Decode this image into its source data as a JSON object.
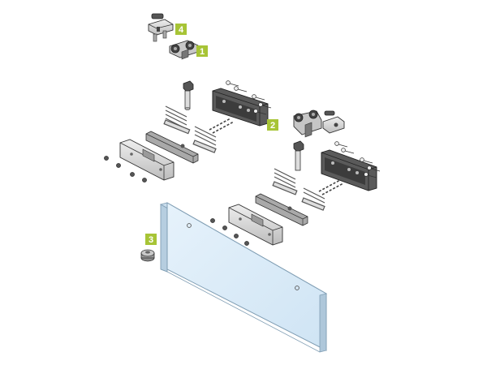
{
  "callouts": [
    {
      "label": "1"
    },
    {
      "label": "2"
    },
    {
      "label": "3"
    },
    {
      "label": "4"
    }
  ],
  "colors": {
    "callout_bg": "#a7c436",
    "callout_text": "#ffffff",
    "outline": "#333333",
    "metal_light": "#e2e2e2",
    "metal_mid": "#c4c4c4",
    "metal_dark": "#8a8a8a",
    "glass": "#dcecf8",
    "glass_edge": "#9fb9cc"
  }
}
